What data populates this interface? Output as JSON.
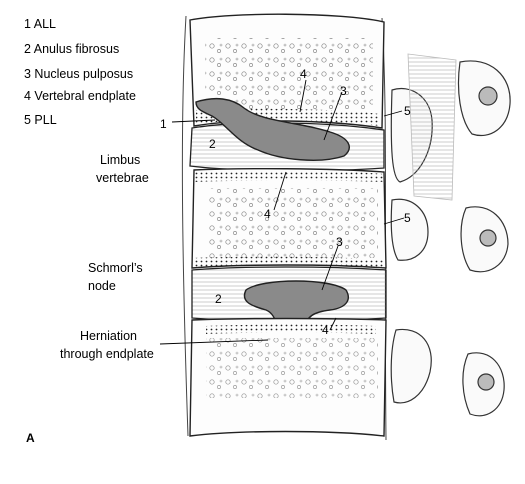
{
  "legend": [
    "1 ALL",
    "2 Anulus fibrosus",
    "3 Nucleus pulposus",
    "4 Vertebral endplate",
    "5 PLL"
  ],
  "labels": {
    "limbus_line1": "Limbus",
    "limbus_line2": "vertebrae",
    "schmorl_line1": "Schmorl’s",
    "schmorl_line2": "node",
    "herniation_line1": "Herniation",
    "herniation_line2": "through endplate"
  },
  "callouts": {
    "n1": "1",
    "n2a": "2",
    "n2b": "2",
    "n3a": "3",
    "n3b": "3",
    "n4a": "4",
    "n4b": "4",
    "n4c": "4",
    "n5a": "5",
    "n5b": "5"
  },
  "panel_letter": "A"
}
